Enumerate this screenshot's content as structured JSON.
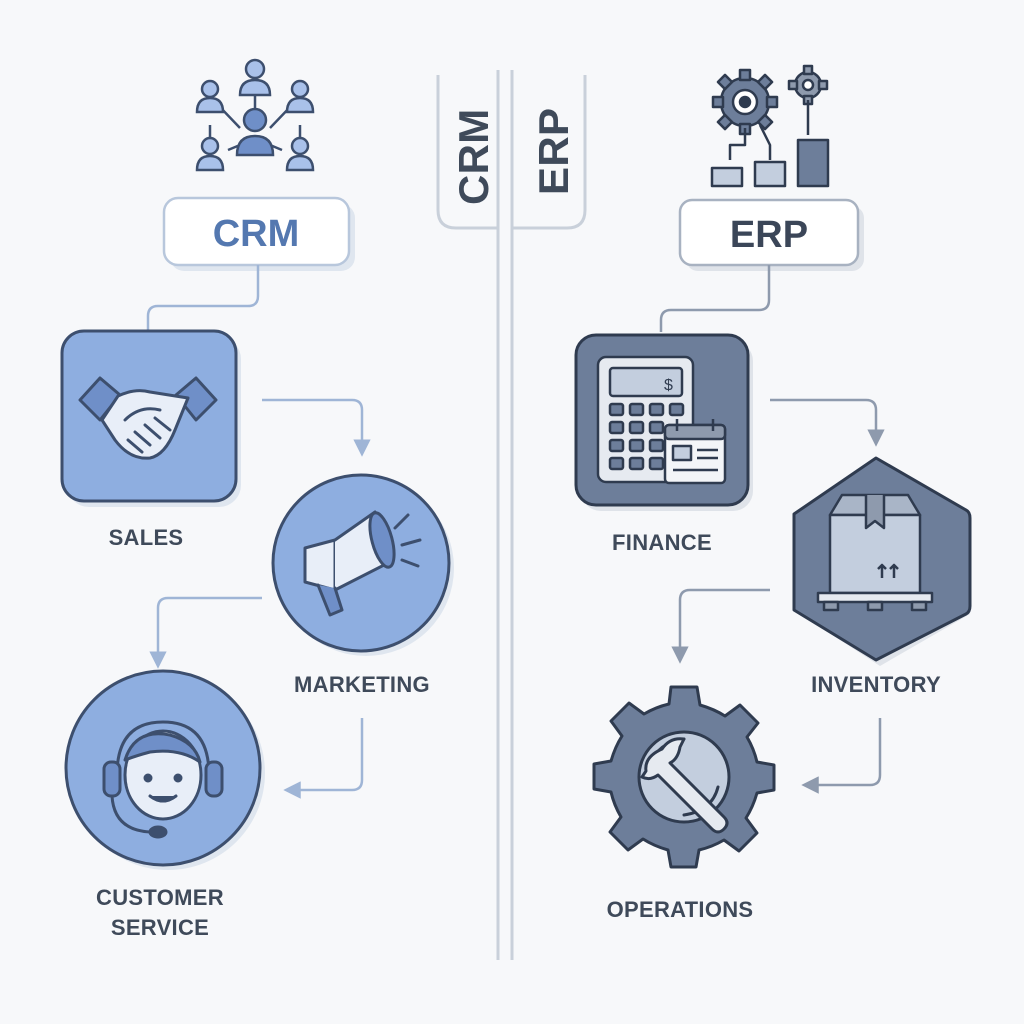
{
  "center_tab": {
    "left": "CRM",
    "right": "ERP"
  },
  "crm": {
    "title": "CRM",
    "nodes": [
      {
        "label": "SALES",
        "icon": "handshake-icon"
      },
      {
        "label": "MARKETING",
        "icon": "megaphone-icon"
      },
      {
        "label_line1": "CUSTOMER",
        "label_line2": "SERVICE",
        "icon": "headset-agent-icon"
      }
    ],
    "header_icon": "people-network-icon"
  },
  "erp": {
    "title": "ERP",
    "nodes": [
      {
        "label": "FINANCE",
        "icon": "calculator-calendar-icon"
      },
      {
        "label": "INVENTORY",
        "icon": "box-pallet-icon"
      },
      {
        "label": "OPERATIONS",
        "icon": "gear-wrench-icon"
      }
    ],
    "header_icon": "gears-chart-icon"
  },
  "colors": {
    "crm_fill": "#8eaee0",
    "crm_fill_light": "#a9c1ea",
    "crm_stroke": "#3d4f6e",
    "crm_title": "#5478b0",
    "erp_fill": "#6d7e9a",
    "erp_fill_light": "#c3cede",
    "erp_stroke": "#2f3b4f",
    "erp_title": "#3b4658",
    "connector": "#9fb5d6",
    "connector_erp": "#8e9aad"
  }
}
